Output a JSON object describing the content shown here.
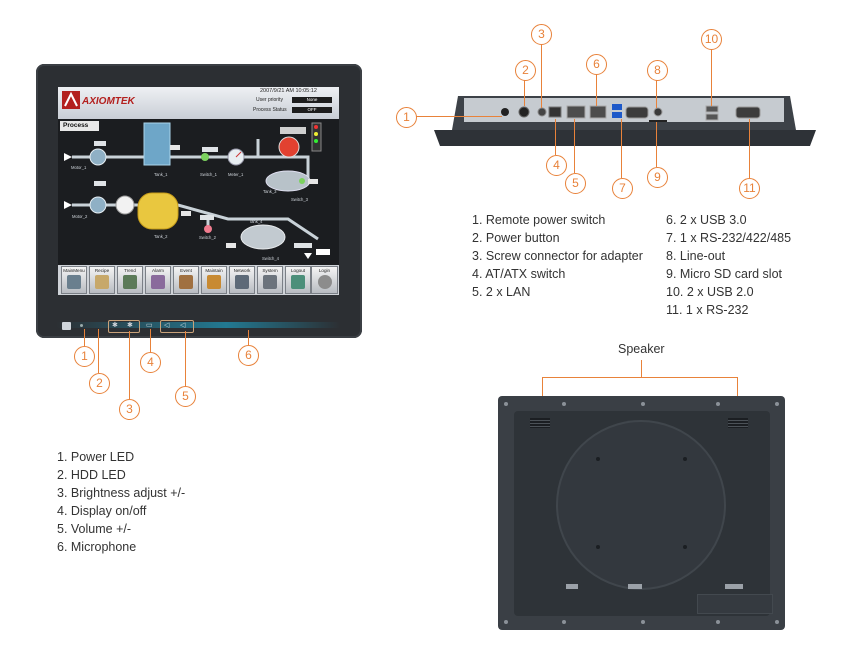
{
  "screen": {
    "brand": "AXIOMTEK",
    "datetime": "2007/9/21 AM 10:05:12",
    "user_priority_label": "User priority",
    "user_priority_value": "None",
    "process_status_label": "Process Status",
    "process_status_value": "OFF",
    "process_title": "Process",
    "nav_buttons": [
      "MainMenu",
      "Recipe",
      "Trend",
      "Alarm",
      "Event",
      "Maintain",
      "Network",
      "System",
      "Logout",
      "Login"
    ],
    "diagram_labels": {
      "motor1": "Motor_1",
      "motor2": "Motor_2",
      "tank1": "Tank_1",
      "tank2": "Tank_2",
      "tank3": "Tank_3",
      "tank4": "Tank_4",
      "switch1": "Switch_1",
      "switch2": "Switch_2",
      "switch3": "Switch_3",
      "switch4": "Switch_4",
      "meter1": "Meter_1"
    }
  },
  "front_callouts": [
    "1",
    "2",
    "3",
    "4",
    "5",
    "6"
  ],
  "front_legend": [
    "1. Power LED",
    "2. HDD LED",
    "3. Brightness adjust +/-",
    "4. Display on/off",
    "5. Volume +/-",
    "6. Microphone"
  ],
  "side_callouts": [
    "1",
    "2",
    "3",
    "4",
    "5",
    "6",
    "7",
    "8",
    "9",
    "10",
    "11"
  ],
  "side_legend_left": [
    "1. Remote power switch",
    "2. Power button",
    "3. Screw connector for adapter",
    "4. AT/ATX switch",
    "5. 2 x LAN"
  ],
  "side_legend_right": [
    "6. 2 x USB 3.0",
    "7. 1 x RS-232/422/485",
    "8. Line-out",
    "9. Micro SD card slot",
    "10. 2 x USB 2.0",
    "11. 1 x RS-232"
  ],
  "rear_label": "Speaker",
  "colors": {
    "callout": "#e8823a",
    "bezel": "#2c2f33",
    "accent_strip": "#1ab6e0"
  }
}
